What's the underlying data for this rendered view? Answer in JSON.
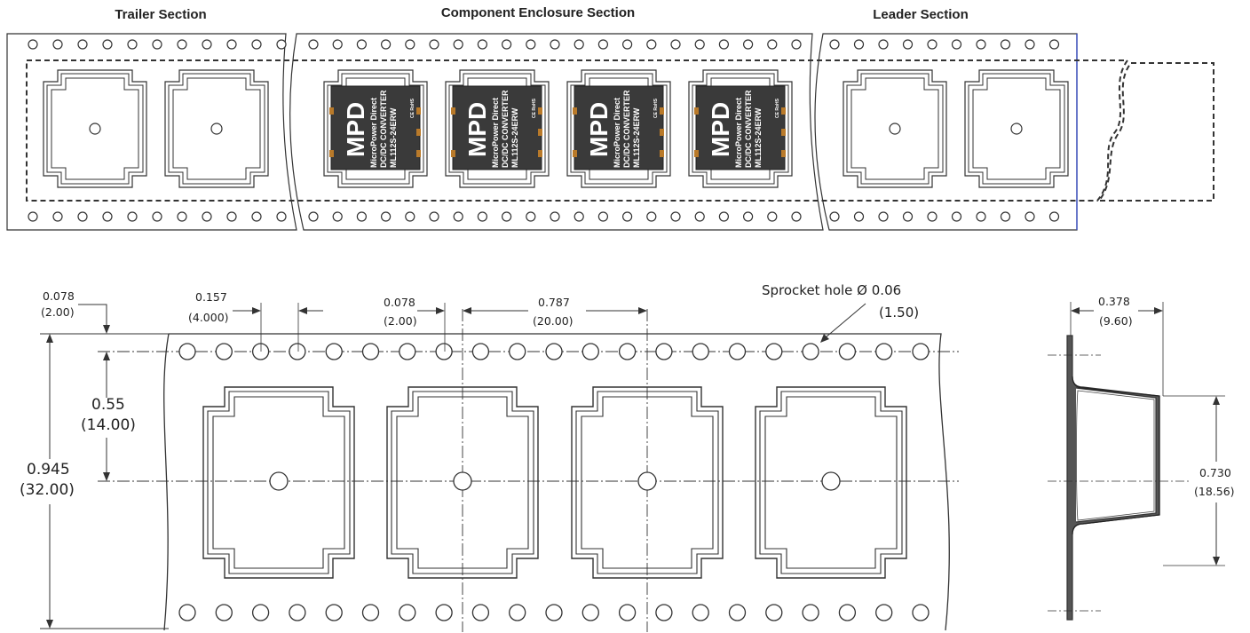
{
  "sections": {
    "trailer": "Trailer Section",
    "component": "Component Enclosure Section",
    "leader": "Leader Section"
  },
  "component": {
    "logo": "MPD",
    "line1": "MicroPower Direct",
    "line2": "DC/DC CONVERTER",
    "line3": "ML112S-24ERW",
    "mark": "CE RoHS"
  },
  "dimensions": {
    "top_gap_in": "0.078",
    "top_gap_mm": "(2.00)",
    "pitch_in": "0.157",
    "pitch_mm": "(4.000)",
    "hole_off_in": "0.078",
    "hole_off_mm": "(2.00)",
    "pocket_pitch_in": "0.787",
    "pocket_pitch_mm": "(20.00)",
    "sprocket_label": "Sprocket hole Ø 0.06",
    "sprocket_mm": "(1.50)",
    "center_in": "0.55",
    "center_mm": "(14.00)",
    "width_in": "0.945",
    "width_mm": "(32.00)",
    "depth_in": "0.378",
    "depth_mm": "(9.60)",
    "pocket_in": "0.730",
    "pocket_mm": "(18.56)"
  },
  "colors": {
    "line": "#333333",
    "chip": "#3a3a3a",
    "leader_edge": "#3b4fc4"
  }
}
